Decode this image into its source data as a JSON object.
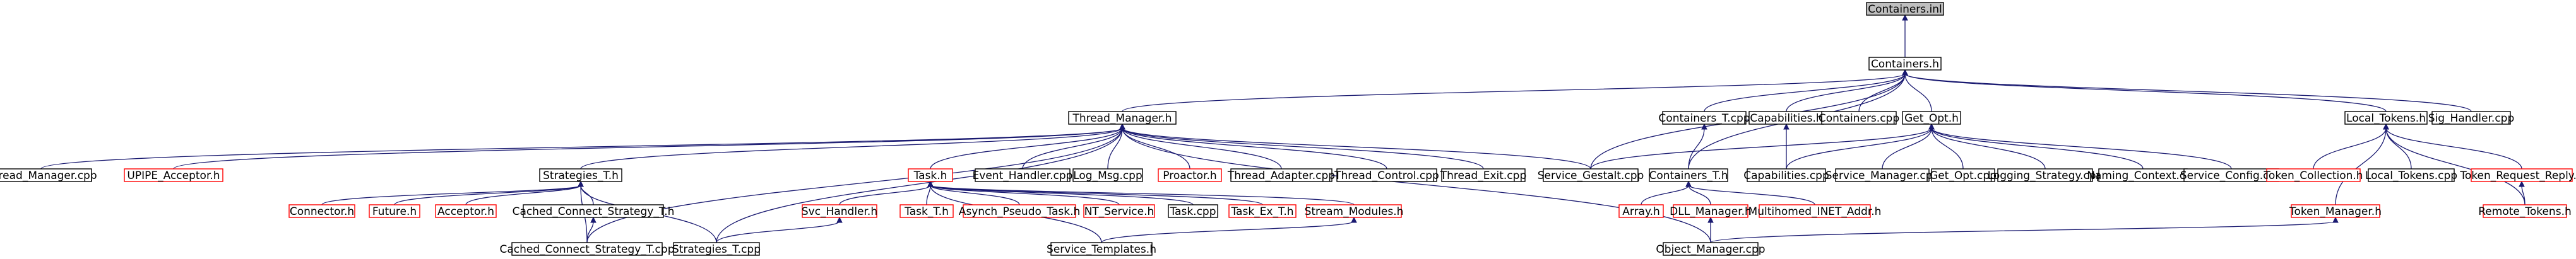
{
  "colors": {
    "edge": "#191970",
    "root_fill": "#bfbfbf",
    "node_border": "#000000",
    "missing_border": "#ff0000",
    "node_fill": "#ffffff",
    "text": "#000000"
  },
  "nodes": [
    {
      "id": "containers_inl",
      "label": "Containers.inl",
      "style": "root"
    },
    {
      "id": "containers_h",
      "label": "Containers.h",
      "style": "normal"
    },
    {
      "id": "thread_manager_h",
      "label": "Thread_Manager.h",
      "style": "normal"
    },
    {
      "id": "containers_t_cpp",
      "label": "Containers_T.cpp",
      "style": "normal"
    },
    {
      "id": "capabilities_h",
      "label": "Capabilities.h",
      "style": "normal"
    },
    {
      "id": "containers_cpp",
      "label": "Containers.cpp",
      "style": "normal"
    },
    {
      "id": "get_opt_h",
      "label": "Get_Opt.h",
      "style": "normal"
    },
    {
      "id": "local_tokens_h",
      "label": "Local_Tokens.h",
      "style": "normal"
    },
    {
      "id": "sig_handler_cpp",
      "label": "Sig_Handler.cpp",
      "style": "normal"
    },
    {
      "id": "thread_manager_cpp",
      "label": "Thread_Manager.cpp",
      "style": "normal"
    },
    {
      "id": "upipe_acceptor_h",
      "label": "UPIPE_Acceptor.h",
      "style": "missing"
    },
    {
      "id": "strategies_t_h",
      "label": "Strategies_T.h",
      "style": "normal"
    },
    {
      "id": "task_h",
      "label": "Task.h",
      "style": "missing"
    },
    {
      "id": "event_handler_cpp",
      "label": "Event_Handler.cpp",
      "style": "normal"
    },
    {
      "id": "log_msg_cpp",
      "label": "Log_Msg.cpp",
      "style": "normal"
    },
    {
      "id": "proactor_h",
      "label": "Proactor.h",
      "style": "missing"
    },
    {
      "id": "thread_adapter_cpp",
      "label": "Thread_Adapter.cpp",
      "style": "normal"
    },
    {
      "id": "thread_control_cpp",
      "label": "Thread_Control.cpp",
      "style": "normal"
    },
    {
      "id": "thread_exit_cpp",
      "label": "Thread_Exit.cpp",
      "style": "normal"
    },
    {
      "id": "service_gestalt_cpp",
      "label": "Service_Gestalt.cpp",
      "style": "normal"
    },
    {
      "id": "containers_t_h",
      "label": "Containers_T.h",
      "style": "normal"
    },
    {
      "id": "capabilities_cpp",
      "label": "Capabilities.cpp",
      "style": "normal"
    },
    {
      "id": "service_manager_cpp",
      "label": "Service_Manager.cpp",
      "style": "normal"
    },
    {
      "id": "get_opt_cpp",
      "label": "Get_Opt.cpp",
      "style": "normal"
    },
    {
      "id": "logging_strategy_cpp",
      "label": "Logging_Strategy.cpp",
      "style": "normal"
    },
    {
      "id": "naming_context_cpp",
      "label": "Naming_Context.cpp",
      "style": "normal"
    },
    {
      "id": "service_config_cpp",
      "label": "Service_Config.cpp",
      "style": "normal"
    },
    {
      "id": "token_collection_h",
      "label": "Token_Collection.h",
      "style": "missing"
    },
    {
      "id": "local_tokens_cpp",
      "label": "Local_Tokens.cpp",
      "style": "normal"
    },
    {
      "id": "token_request_reply_h",
      "label": "Token_Request_Reply.h",
      "style": "missing"
    },
    {
      "id": "connector_h",
      "label": "Connector.h",
      "style": "missing"
    },
    {
      "id": "future_h",
      "label": "Future.h",
      "style": "missing"
    },
    {
      "id": "acceptor_h",
      "label": "Acceptor.h",
      "style": "missing"
    },
    {
      "id": "cached_connect_strategy_t_h",
      "label": "Cached_Connect_Strategy_T.h",
      "style": "normal"
    },
    {
      "id": "svc_handler_h",
      "label": "Svc_Handler.h",
      "style": "missing"
    },
    {
      "id": "task_t_h",
      "label": "Task_T.h",
      "style": "missing"
    },
    {
      "id": "asynch_pseudo_task_h",
      "label": "Asynch_Pseudo_Task.h",
      "style": "missing"
    },
    {
      "id": "nt_service_h",
      "label": "NT_Service.h",
      "style": "missing"
    },
    {
      "id": "task_cpp",
      "label": "Task.cpp",
      "style": "normal"
    },
    {
      "id": "task_ex_t_h",
      "label": "Task_Ex_T.h",
      "style": "missing"
    },
    {
      "id": "stream_modules_h",
      "label": "Stream_Modules.h",
      "style": "missing"
    },
    {
      "id": "array_h",
      "label": "Array.h",
      "style": "missing"
    },
    {
      "id": "dll_manager_h",
      "label": "DLL_Manager.h",
      "style": "missing"
    },
    {
      "id": "multihomed_inet_addr_h",
      "label": "Multihomed_INET_Addr.h",
      "style": "missing"
    },
    {
      "id": "token_manager_h",
      "label": "Token_Manager.h",
      "style": "missing"
    },
    {
      "id": "remote_tokens_h",
      "label": "Remote_Tokens.h",
      "style": "missing"
    },
    {
      "id": "cached_connect_strategy_t_cpp",
      "label": "Cached_Connect_Strategy_T.cpp",
      "style": "normal"
    },
    {
      "id": "strategies_t_cpp",
      "label": "Strategies_T.cpp",
      "style": "normal"
    },
    {
      "id": "service_templates_h",
      "label": "Service_Templates.h",
      "style": "normal"
    },
    {
      "id": "object_manager_cpp",
      "label": "Object_Manager.cpp",
      "style": "normal"
    }
  ],
  "edges": [
    [
      "containers_h",
      "containers_inl"
    ],
    [
      "thread_manager_h",
      "containers_h"
    ],
    [
      "containers_t_cpp",
      "containers_h"
    ],
    [
      "capabilities_h",
      "containers_h"
    ],
    [
      "containers_cpp",
      "containers_h"
    ],
    [
      "get_opt_h",
      "containers_h"
    ],
    [
      "local_tokens_h",
      "containers_h"
    ],
    [
      "sig_handler_cpp",
      "containers_h"
    ],
    [
      "service_gestalt_cpp",
      "containers_h"
    ],
    [
      "containers_t_h",
      "containers_h"
    ],
    [
      "thread_manager_cpp",
      "thread_manager_h"
    ],
    [
      "upipe_acceptor_h",
      "thread_manager_h"
    ],
    [
      "strategies_t_h",
      "thread_manager_h"
    ],
    [
      "task_h",
      "thread_manager_h"
    ],
    [
      "event_handler_cpp",
      "thread_manager_h"
    ],
    [
      "log_msg_cpp",
      "thread_manager_h"
    ],
    [
      "proactor_h",
      "thread_manager_h"
    ],
    [
      "thread_adapter_cpp",
      "thread_manager_h"
    ],
    [
      "thread_control_cpp",
      "thread_manager_h"
    ],
    [
      "thread_exit_cpp",
      "thread_manager_h"
    ],
    [
      "service_gestalt_cpp",
      "thread_manager_h"
    ],
    [
      "strategies_t_cpp",
      "thread_manager_h"
    ],
    [
      "cached_connect_strategy_t_cpp",
      "thread_manager_h"
    ],
    [
      "object_manager_cpp",
      "thread_manager_h"
    ],
    [
      "containers_t_h",
      "containers_t_cpp"
    ],
    [
      "capabilities_cpp",
      "capabilities_h"
    ],
    [
      "service_gestalt_cpp",
      "get_opt_h"
    ],
    [
      "capabilities_cpp",
      "get_opt_h"
    ],
    [
      "service_manager_cpp",
      "get_opt_h"
    ],
    [
      "get_opt_cpp",
      "get_opt_h"
    ],
    [
      "logging_strategy_cpp",
      "get_opt_h"
    ],
    [
      "naming_context_cpp",
      "get_opt_h"
    ],
    [
      "service_config_cpp",
      "get_opt_h"
    ],
    [
      "token_collection_h",
      "local_tokens_h"
    ],
    [
      "local_tokens_cpp",
      "local_tokens_h"
    ],
    [
      "token_request_reply_h",
      "local_tokens_h"
    ],
    [
      "token_manager_h",
      "local_tokens_h"
    ],
    [
      "remote_tokens_h",
      "local_tokens_h"
    ],
    [
      "connector_h",
      "strategies_t_h"
    ],
    [
      "future_h",
      "strategies_t_h"
    ],
    [
      "acceptor_h",
      "strategies_t_h"
    ],
    [
      "cached_connect_strategy_t_h",
      "strategies_t_h"
    ],
    [
      "strategies_t_cpp",
      "strategies_t_h"
    ],
    [
      "cached_connect_strategy_t_cpp",
      "strategies_t_h"
    ],
    [
      "svc_handler_h",
      "task_h"
    ],
    [
      "task_t_h",
      "task_h"
    ],
    [
      "asynch_pseudo_task_h",
      "task_h"
    ],
    [
      "nt_service_h",
      "task_h"
    ],
    [
      "task_cpp",
      "task_h"
    ],
    [
      "task_ex_t_h",
      "task_h"
    ],
    [
      "stream_modules_h",
      "task_h"
    ],
    [
      "service_templates_h",
      "task_h"
    ],
    [
      "array_h",
      "containers_t_h"
    ],
    [
      "dll_manager_h",
      "containers_t_h"
    ],
    [
      "multihomed_inet_addr_h",
      "containers_t_h"
    ],
    [
      "object_manager_cpp",
      "dll_manager_h"
    ],
    [
      "cached_connect_strategy_t_cpp",
      "cached_connect_strategy_t_h"
    ],
    [
      "strategies_t_cpp",
      "svc_handler_h"
    ],
    [
      "service_templates_h",
      "stream_modules_h"
    ],
    [
      "object_manager_cpp",
      "token_manager_h"
    ],
    [
      "remote_tokens_h",
      "token_request_reply_h"
    ]
  ]
}
